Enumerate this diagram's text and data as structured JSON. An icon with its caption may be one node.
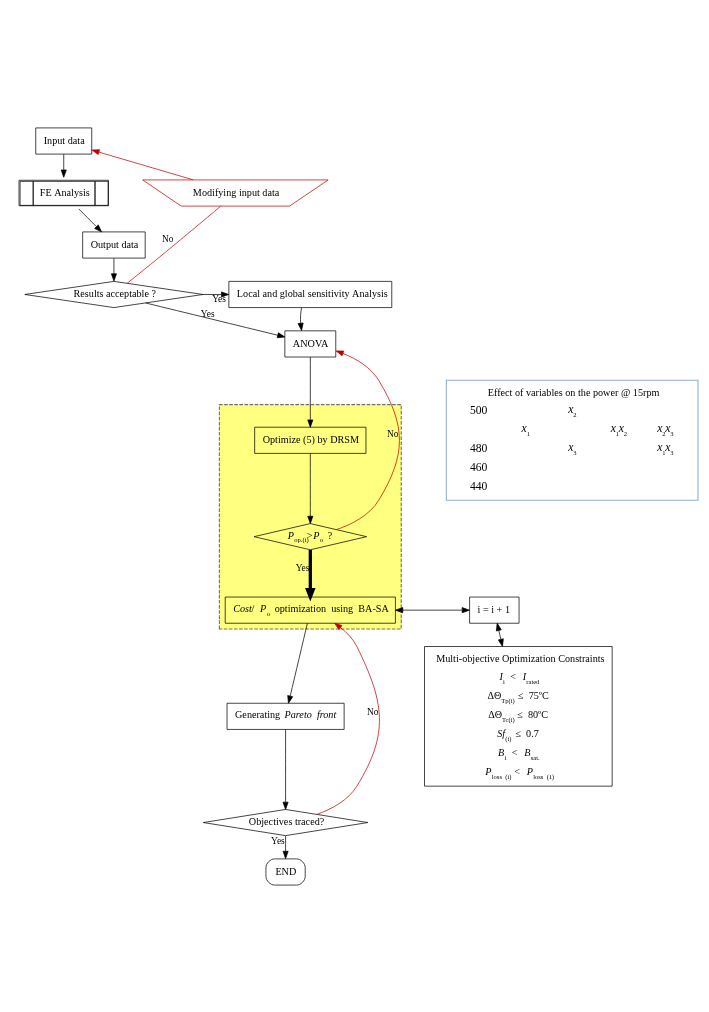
{
  "diagram": {
    "nodes": [
      {
        "text": [
          "Input data"
        ]
      },
      {
        "text": [
          "FE Analysis"
        ]
      },
      {
        "text": [
          "Output data"
        ]
      },
      {
        "text": [
          "Results acceptable ?"
        ]
      },
      {
        "text": [
          "Modifying input data"
        ]
      },
      {
        "text": [
          "Local and global sensitivity Analysis"
        ]
      },
      {
        "text": [
          "ANOVA"
        ]
      },
      {
        "text": [],
        "shape": "box"
      },
      {
        "text": [
          "Optimize (5) by DRSM"
        ],
        "in": 7
      },
      {
        "text": [
          "*P*$_{op.(i)}$>*P*$_{o}$ ?"
        ],
        "in": 7
      },
      {
        "text": [
          "*Cost*/ *P*$_{o}$ optimization using BA-SA"
        ],
        "in": 7
      },
      {
        "text": [
          "i = i + 1"
        ]
      },
      {
        "text": [
          "Multi-objective Optimization Constraints",
          "*I*$_{i}$ < *I*$_{rated}$",
          "ΔΘ$_{Tp(i)}$ ≤ 75ºC",
          "ΔΘ$_{Tc(i)}$ ≤ 80ºC",
          "*Sf*$_{(i)}$ ≤ 0.7",
          "*B*$_{i}$ < *B*$_{sat.}$",
          "*P*$_{loss (i)}$ < *P*$_{loss (1)}$"
        ]
      },
      {
        "text": [
          "Generating *Pareto front*"
        ]
      },
      {
        "text": [
          "Objectives traced?"
        ]
      },
      {
        "text": [
          "END"
        ]
      },
      {
        "text": [
          "Effect of variables on the power @ 15rpm",
          "500",
          "*x*$_{2}$",
          "*x*$_{1}$",
          "*x*$_{1}$*x*$_{2}$",
          "*x*$_{2}$*x*$_{3}$",
          "480",
          "*x*$_{3}$",
          "*x*$_{1}$*x*$_{3}$",
          "460",
          "440"
        ]
      }
    ],
    "edges": [
      {
        "from": 0,
        "to": 1,
        "arrow": "to"
      },
      {
        "from": 1,
        "to": 2,
        "arrow": "to"
      },
      {
        "from": 2,
        "to": 3,
        "arrow": "to"
      },
      {
        "from": 3,
        "to": 4,
        "arrow": "none",
        "label": "No",
        "color": "#c00000"
      },
      {
        "from": 4,
        "to": 0,
        "arrow": "to",
        "color": "#c00000"
      },
      {
        "from": 3,
        "to": 5,
        "arrow": "to",
        "label": "Yes"
      },
      {
        "from": 3,
        "to": 6,
        "arrow": "to",
        "label": "Yes"
      },
      {
        "from": 5,
        "to": 6,
        "arrow": "to"
      },
      {
        "from": 6,
        "to": 8,
        "arrow": "to"
      },
      {
        "from": 8,
        "to": 9,
        "arrow": "to"
      },
      {
        "from": 9,
        "to": 6,
        "arrow": "to",
        "label": "No",
        "color": "#c00000"
      },
      {
        "from": 9,
        "to": 10,
        "arrow": "to",
        "label": "Yes",
        "style": "thick"
      },
      {
        "from": 10,
        "to": 11,
        "arrow": "both"
      },
      {
        "from": 11,
        "to": 12,
        "arrow": "both"
      },
      {
        "from": 10,
        "to": 13,
        "arrow": "to"
      },
      {
        "from": 13,
        "to": 14,
        "arrow": "to"
      },
      {
        "from": 14,
        "to": 10,
        "arrow": "to",
        "label": "No",
        "color": "#c00000"
      },
      {
        "from": 14,
        "to": 15,
        "arrow": "to",
        "label": "Yes"
      }
    ]
  }
}
